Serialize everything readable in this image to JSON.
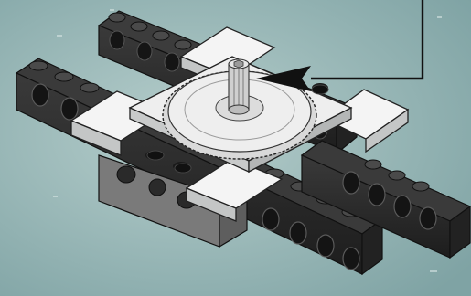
{
  "scene": {
    "background": "#8fb0b0",
    "background_light": "#a9c4c2",
    "brick_dark": "#2b2b2b",
    "brick_top": "#3a3a3a",
    "plate_white": "#f2f2f2",
    "plate_shadow": "#c9cccc",
    "gear_light": "#e8e8e8",
    "axle_grey": "#9a9a9a",
    "gearbox_grey": "#8c8c8c",
    "callout_line": "#111111",
    "parts": [
      "liftarm-brick-back",
      "liftarm-brick-front",
      "white-plates",
      "turntable-gear",
      "axle",
      "grey-gearbox",
      "callout-arrow"
    ]
  }
}
